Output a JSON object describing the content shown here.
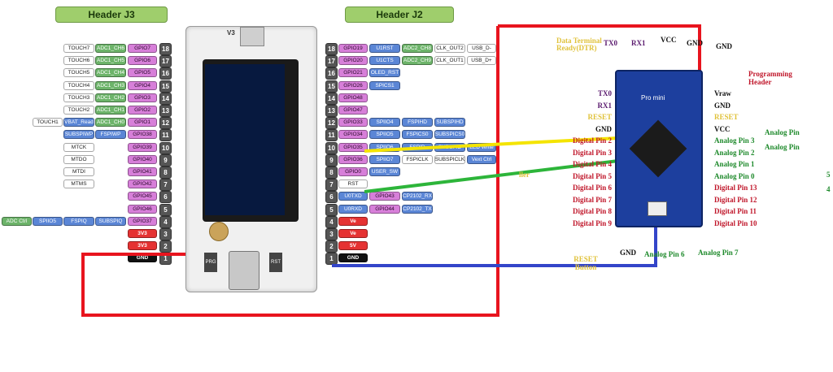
{
  "headers": {
    "j3": "Header J3",
    "j2": "Header J2"
  },
  "board": {
    "version": "V3",
    "buttons": {
      "prg": "PRG",
      "rst": "RST"
    }
  },
  "j3_rows": [
    {
      "pin": "18",
      "gpio": "GPIO7",
      "adc": "ADC1_CH6",
      "extra": "TOUCH7"
    },
    {
      "pin": "17",
      "gpio": "GPIO6",
      "adc": "ADC1_CH5",
      "extra": "TOUCH6"
    },
    {
      "pin": "16",
      "gpio": "GPIO5",
      "adc": "ADC1_CH4",
      "extra": "TOUCH5"
    },
    {
      "pin": "15",
      "gpio": "GPIO4",
      "adc": "ADC1_CH3",
      "extra": "TOUCH4"
    },
    {
      "pin": "14",
      "gpio": "GPIO3",
      "adc": "ADC1_CH2",
      "extra": "TOUCH3"
    },
    {
      "pin": "13",
      "gpio": "GPIO2",
      "adc": "ADC1_CH1",
      "extra": "TOUCH2"
    },
    {
      "pin": "12",
      "gpio": "GPIO1",
      "adc": "ADC1_CH0",
      "extra": "VBAT_Read",
      "extra2": "TOUCH1"
    },
    {
      "pin": "11",
      "gpio": "GPIO38",
      "adc": "FSPIWP",
      "extra": "SUBSPIWP"
    },
    {
      "pin": "10",
      "gpio": "GPIO39",
      "extra": "MTCK"
    },
    {
      "pin": "9",
      "gpio": "GPIO40",
      "extra": "MTDO"
    },
    {
      "pin": "8",
      "gpio": "GPIO41",
      "extra": "MTDI"
    },
    {
      "pin": "7",
      "gpio": "GPIO42",
      "extra": "MTMS"
    },
    {
      "pin": "6",
      "gpio": "GPIO45"
    },
    {
      "pin": "5",
      "gpio": "GPIO46"
    },
    {
      "pin": "4",
      "gpio": "GPIO37",
      "adc": "SUBSPIQ",
      "extra": "FSPIQ",
      "extra2": "SPIIO5",
      "extra3": "ADC Ctrl"
    },
    {
      "pin": "3",
      "gpio": "3V3"
    },
    {
      "pin": "2",
      "gpio": "3V3"
    },
    {
      "pin": "1",
      "gpio": "GND"
    }
  ],
  "j2_rows": [
    {
      "pin": "18",
      "gpio": "GPIO19",
      "a": "U1RST",
      "b": "ADC2_CH8",
      "c": "CLK_OUT2",
      "d": "USB_D-"
    },
    {
      "pin": "17",
      "gpio": "GPIO20",
      "a": "U1CTS",
      "b": "ADC2_CH9",
      "c": "CLK_OUT1",
      "d": "USB_D+"
    },
    {
      "pin": "16",
      "gpio": "GPIO21",
      "a": "OLED_RST"
    },
    {
      "pin": "15",
      "gpio": "GPIO26",
      "a": "SPICS1"
    },
    {
      "pin": "14",
      "gpio": "GPIO48"
    },
    {
      "pin": "13",
      "gpio": "GPIO47"
    },
    {
      "pin": "12",
      "gpio": "GPIO33",
      "a": "SPIIO4",
      "b": "FSPIHD",
      "c": "SUBSPIHD"
    },
    {
      "pin": "11",
      "gpio": "GPIO34",
      "a": "SPIIO5",
      "b": "FSPICS0",
      "c": "SUBSPICS0"
    },
    {
      "pin": "10",
      "gpio": "GPIO35",
      "a": "SPIIO6",
      "b": "FSPID",
      "c": "SUBSPID",
      "d": "LED Write"
    },
    {
      "pin": "9",
      "gpio": "GPIO36",
      "a": "SPIIO7",
      "b": "FSPICLK",
      "c": "SUBSPICLK",
      "d": "Vext Ctrl"
    },
    {
      "pin": "8",
      "gpio": "GPIO0",
      "a": "USER_SW"
    },
    {
      "pin": "7",
      "gpio": "RST"
    },
    {
      "pin": "6",
      "gpio": "U0TXD",
      "a": "GPIO43",
      "b": "CP2102_RX"
    },
    {
      "pin": "5",
      "gpio": "U0RXD",
      "a": "GPIO44",
      "b": "CP2102_TX"
    },
    {
      "pin": "4",
      "gpio": "Ve"
    },
    {
      "pin": "3",
      "gpio": "Ve"
    },
    {
      "pin": "2",
      "gpio": "5V"
    },
    {
      "pin": "1",
      "gpio": "GND"
    }
  ],
  "pro_mini": {
    "board_text": "Pro mini",
    "top_labels": [
      "Data Terminal Ready(DTR)",
      "TX0",
      "RX1",
      "VCC",
      "GND",
      "GND"
    ],
    "programming_header": "Programming Header",
    "left_labels": [
      "TX0",
      "RX1",
      "RESET",
      "GND",
      "Digital Pin 2",
      "Digital Pin 3",
      "Digital Pin 4",
      "Digital Pin 5",
      "Digital Pin 6",
      "Digital Pin 7",
      "Digital Pin 8",
      "Digital Pin 9"
    ],
    "right_labels": [
      "Vraw",
      "GND",
      "RESET",
      "VCC",
      "Analog Pin 3",
      "Analog Pin 2",
      "Analog Pin 1",
      "Analog Pin 0",
      "Digital Pin 13",
      "Digital Pin 12",
      "Digital Pin 11",
      "Digital Pin 10"
    ],
    "far_right": [
      "Analog Pin",
      "Analog Pin",
      "5",
      "4"
    ],
    "bottom_labels": [
      "RESET Button",
      "GND",
      "Analog Pin 6",
      "Analog Pin 7"
    ],
    "side_mark": "ller"
  },
  "wires": {
    "colors": {
      "red": "#e8141e",
      "yellow": "#f4e400",
      "green": "#2db53a",
      "blue": "#3345c9"
    }
  }
}
